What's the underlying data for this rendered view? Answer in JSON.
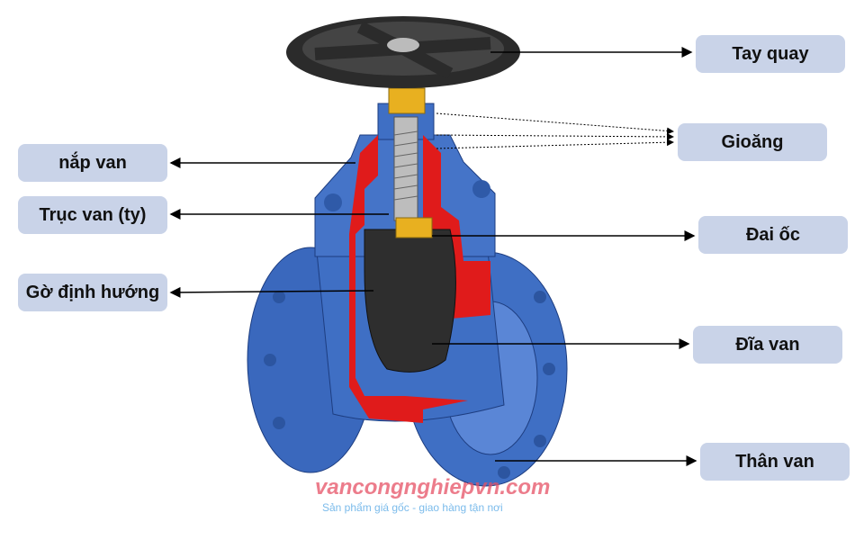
{
  "labels": {
    "tay_quay": "Tay quay",
    "gioang": "Gioăng",
    "nap_van": "nắp van",
    "truc_van": "Trục van (ty)",
    "dai_oc": "Đai ốc",
    "go_dinh_huong": "Gờ định hướng",
    "dia_van": "Đĩa van",
    "than_van": "Thân van"
  },
  "watermark": {
    "site": "vancongnghiepvn.com",
    "slogan": "Sản phẩm giá gốc - giao hàng tận nơi"
  },
  "colors": {
    "label_bg": "#c9d3e8",
    "valve_body": "#3f6fc4",
    "cutaway": "#e01b1b",
    "handwheel": "#2b2b2b",
    "brass": "#e8b020"
  }
}
